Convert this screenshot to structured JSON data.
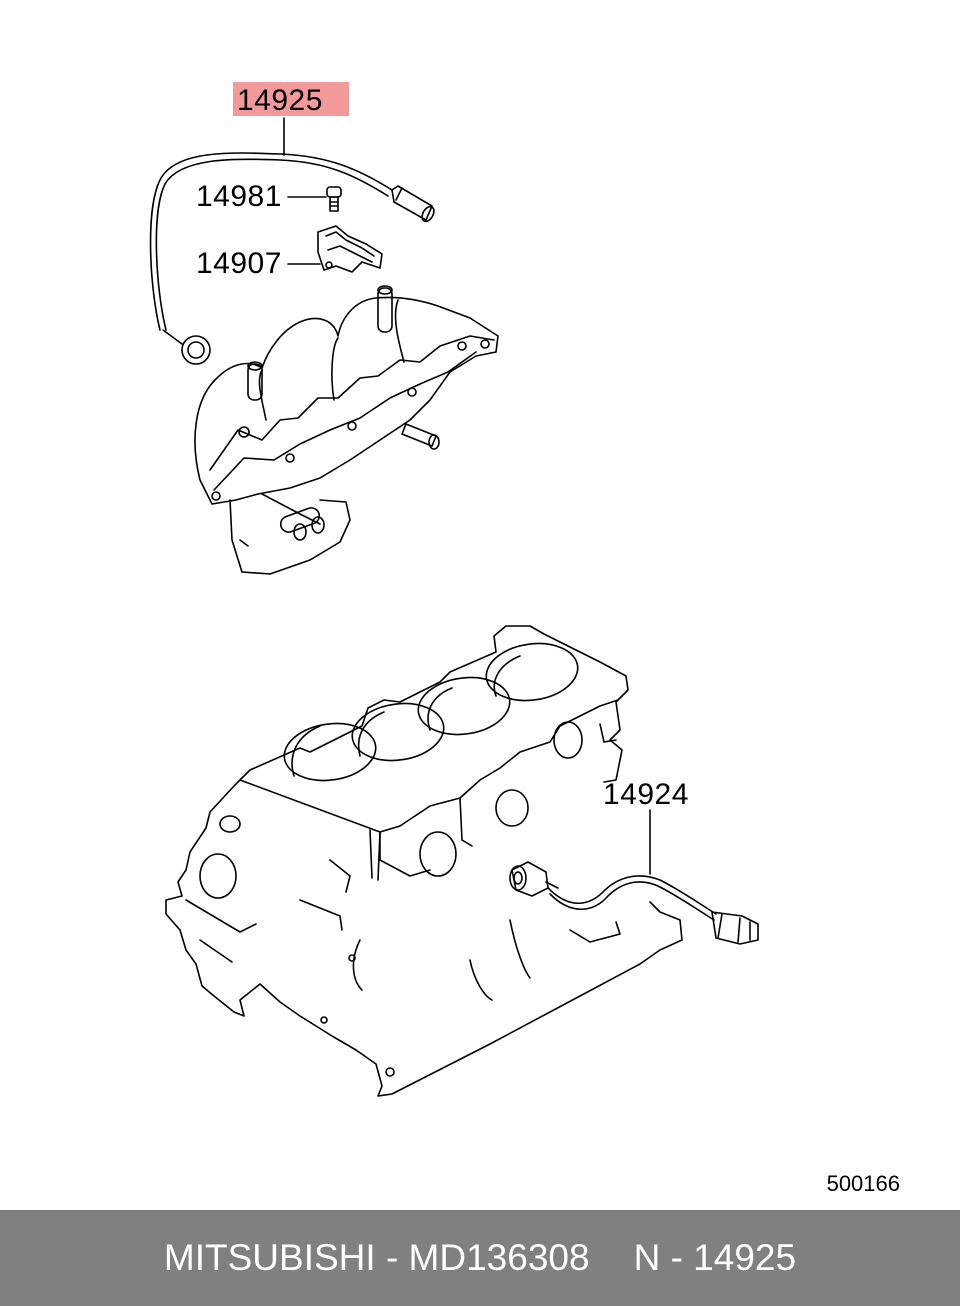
{
  "labels": {
    "callout_main": "14925",
    "bolt": "14981",
    "bracket": "14907",
    "knock_sensor": "14924"
  },
  "diagram_code": "500166",
  "footer": {
    "brand_part": "MITSUBISHI - MD136308",
    "ref": "N - 14925"
  },
  "colors": {
    "highlight": "#f29a9a",
    "footer_bg": "#808080",
    "footer_text": "#ffffff",
    "line": "#000000"
  }
}
